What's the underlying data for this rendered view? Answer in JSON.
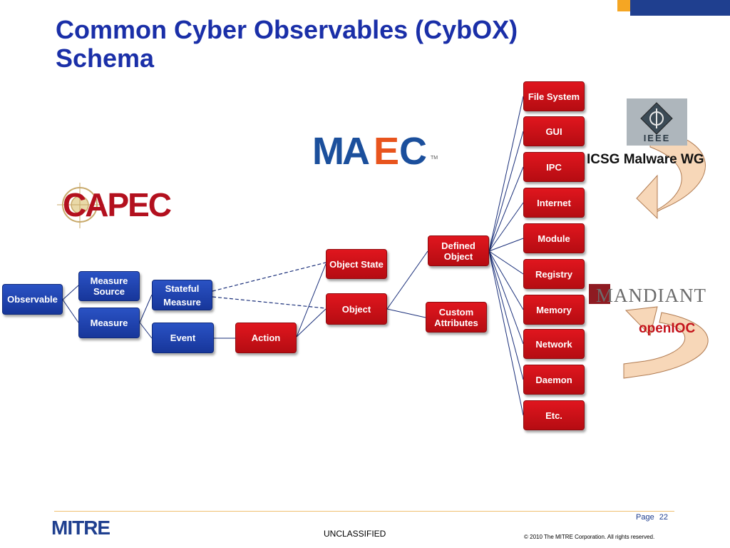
{
  "slide": {
    "title_line1": "Common Cyber Observables (CybOX)",
    "title_line2": "Schema"
  },
  "logos": {
    "maec": {
      "letters_blue": "MA",
      "letters_orange": "E",
      "letters_blue2": "C",
      "tm": "TM"
    },
    "capec": {
      "text": "CAPEC"
    },
    "ieee": {
      "text": "IEEE"
    },
    "mandiant": {
      "text": "MANDIANT"
    },
    "mitre": {
      "text": "MITRE"
    }
  },
  "external_labels": {
    "icsg": "ICSG Malware WG",
    "openioc": "openIOC"
  },
  "nodes": {
    "observable": "Observable",
    "measure_source": "Measure Source",
    "measure": "Measure",
    "stateful_measure_line1": "Stateful",
    "stateful_measure_line2": "Measure",
    "event": "Event",
    "action": "Action",
    "object_state": "Object State",
    "object": "Object",
    "defined_object": "Defined Object",
    "custom_attributes": "Custom Attributes"
  },
  "object_types": [
    "File System",
    "GUI",
    "IPC",
    "Internet",
    "Module",
    "Registry",
    "Memory",
    "Network",
    "Daemon",
    "Etc."
  ],
  "colors": {
    "title": "#1a2fa8",
    "node_blue": "#1f44b5",
    "node_red": "#cc1118",
    "maec_blue": "#1b4f9c",
    "maec_orange": "#e8541d",
    "capec_red": "#b3101e",
    "mandiant_red": "#8e1b22",
    "openioc_red": "#c4121a"
  },
  "footer": {
    "page_label": "Page",
    "page_number": "22",
    "classification": "UNCLASSIFIED",
    "copyright": "© 2010 The MITRE Corporation. All rights reserved."
  }
}
